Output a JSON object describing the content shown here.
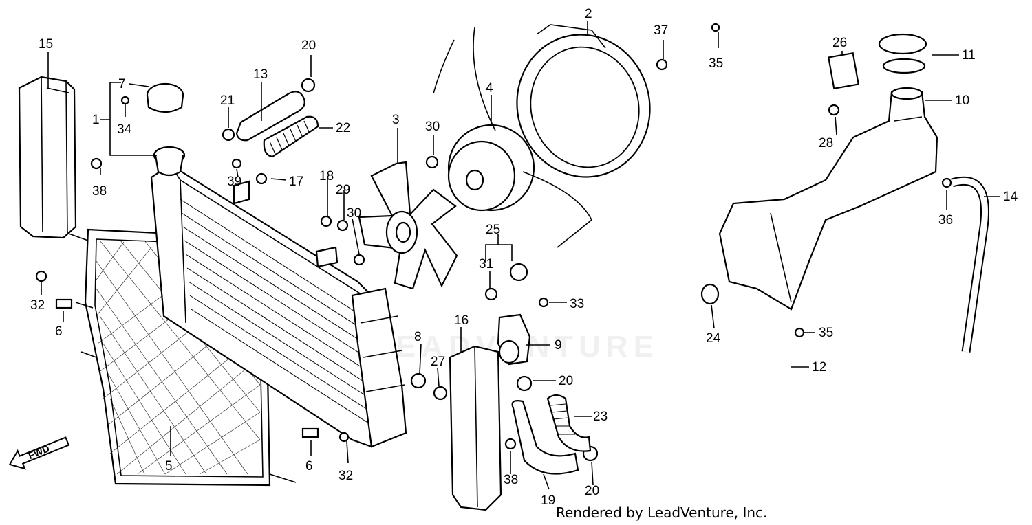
{
  "watermark": "LEADVENTURE",
  "credit": "Rendered by LeadVenture, Inc.",
  "fwd": "FWD",
  "callouts": {
    "c1": "1",
    "c2": "2",
    "c3": "3",
    "c4": "4",
    "c5": "5",
    "c6a": "6",
    "c6b": "6",
    "c7": "7",
    "c8": "8",
    "c9": "9",
    "c10": "10",
    "c11": "11",
    "c12": "12",
    "c13": "13",
    "c14": "14",
    "c15": "15",
    "c16": "16",
    "c17": "17",
    "c18": "18",
    "c19": "19",
    "c20a": "20",
    "c20b": "20",
    "c20c": "20",
    "c21": "21",
    "c22": "22",
    "c23": "23",
    "c24": "24",
    "c25": "25",
    "c26": "26",
    "c27": "27",
    "c28": "28",
    "c29": "29",
    "c30a": "30",
    "c30b": "30",
    "c31": "31",
    "c32a": "32",
    "c32b": "32",
    "c33": "33",
    "c34": "34",
    "c35a": "35",
    "c35b": "35",
    "c36": "36",
    "c37": "37",
    "c38a": "38",
    "c38b": "38",
    "c39": "39"
  }
}
